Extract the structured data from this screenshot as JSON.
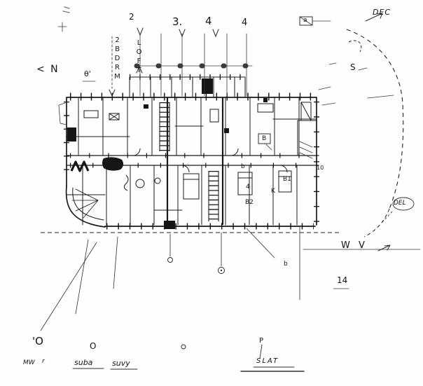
{
  "annotations": {
    "north": "< N",
    "theta": "θ'",
    "bdrm_col": "2BDRM",
    "loft_col": "LOFT",
    "num_2": "2",
    "num_3": "3.",
    "num_4a": "4",
    "num_4b": "4",
    "box_a": "a",
    "dec": "DEC",
    "s_mark": "S",
    "room_b": "B",
    "room_b_small": "b",
    "room_4": "4",
    "room_k": "K",
    "room_b2": "B2",
    "room_b1": "B1",
    "num_10": "10",
    "del": "DEL",
    "wv": "W V",
    "num_14": "14",
    "o_big": "'O",
    "o_small": "O",
    "sig_mw": "MW",
    "sig_r": "r",
    "sig_suba": "suba",
    "sig_suvy": "suvy",
    "p_mark": "P",
    "slat": "SLAT",
    "b_bottom": "b"
  },
  "colors": {
    "ink": "#1a1a1a",
    "paper": "#fefefd"
  }
}
